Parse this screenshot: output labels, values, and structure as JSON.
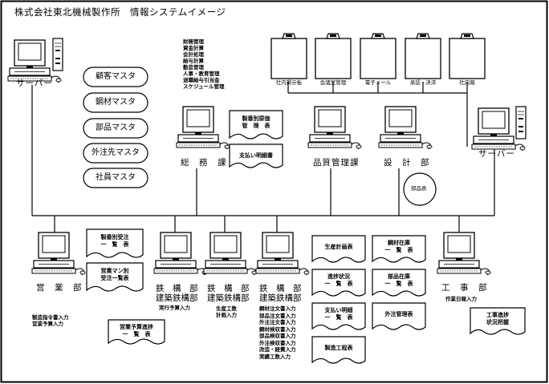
{
  "title": "株式会社東北機械製作所　情報システムイメージ",
  "server_left": "サーバー",
  "server_right": "サーバー",
  "masters": [
    "顧客マスタ",
    "鋼材マスタ",
    "部品マスタ",
    "外注先マスタ",
    "社員マスタ"
  ],
  "soumu": {
    "label": "総　務　課",
    "functions": [
      "財務管理",
      "資金計算",
      "会計処理",
      "給与計算",
      "勤怠管理",
      "人事・教育管理",
      "退職給与引当金",
      "スケジュール管理"
    ],
    "doc1": [
      "製番別原価",
      "管　理　表"
    ],
    "doc2": [
      "支払い明細書"
    ]
  },
  "clipboards": [
    "社内掲示板",
    "会議室管理",
    "電子メール",
    "承認・決済",
    "社内報"
  ],
  "hinshitsu": "品質管理課",
  "sekkei": "設　計　部",
  "buhinhyo": "部品表",
  "eigyo": {
    "label": "営　業　部",
    "doc1": [
      "製番別受注",
      "一　覧　表"
    ],
    "doc2": [
      "営業マン別",
      "受注一覧表"
    ],
    "inputs": [
      "製造指令書入力",
      "営業予算入力"
    ]
  },
  "tekkou1": {
    "label": [
      "鉄　構　部",
      "建築鉄構部"
    ],
    "input": "実行予算入力",
    "doc": [
      "営業予算進捗",
      "一　覧　表"
    ]
  },
  "tekkou2": {
    "label": [
      "鉄　構　部",
      "建築鉄構部"
    ],
    "inputs": [
      "生産工数",
      "計画入力"
    ]
  },
  "tekkou3": {
    "label": [
      "鉄　構　部",
      "建築鉄構部"
    ],
    "inputs": [
      "鋼材注文書入力",
      "部品注文書入力",
      "外注注文書入力",
      "鋼材検収書入力",
      "部品検収書入力",
      "外注検収書入力",
      "改造・経費入力",
      "実績工数入力"
    ]
  },
  "center_docs": {
    "seisan": [
      "生産計画表"
    ],
    "shinchoku": [
      "進捗状況",
      "一　覧　表"
    ],
    "shiharai": [
      "支払い明細",
      "一　覧　表"
    ],
    "seizou": [
      "製造工程表"
    ],
    "kouzai": [
      "鋼材在庫",
      "一　覧　表"
    ],
    "buhin": [
      "部品在庫",
      "一　覧　表"
    ],
    "gaichu": [
      "外注管理表"
    ]
  },
  "kouji": {
    "label": "工　事　部",
    "input": "作業日報入力",
    "doc": [
      "工事進捗",
      "状況把握"
    ]
  }
}
